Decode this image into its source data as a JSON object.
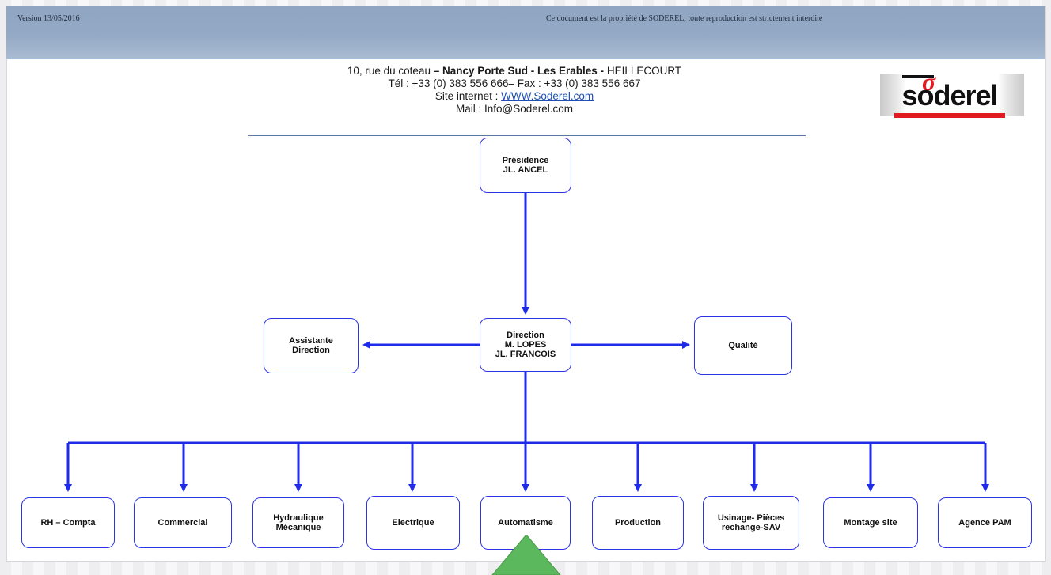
{
  "header": {
    "version": "Version 13/05/2016",
    "property_note": "Ce document est la propriété de SODEREL, toute reproduction est strictement interdite"
  },
  "address": {
    "line1_prefix": "10, rue du coteau",
    "line1_bold": "– Nancy Porte Sud - Les Erables -",
    "line1_suffix": "HEILLECOURT",
    "line2": "Tél : +33 (0) 383 556 666– Fax : +33 (0) 383 556 667",
    "line3_prefix": "Site internet :",
    "line3_link": "WWW.Soderel.com",
    "line4": "Mail : Info@Soderel.com"
  },
  "logo": {
    "text": "soderel",
    "mark": "σ",
    "brand_red": "#e01b22"
  },
  "colors": {
    "connector": "#1f2be8",
    "node_border": "#2b33e6",
    "pointer": "#5cb85c"
  },
  "org": {
    "top": {
      "line1": "Présidence",
      "line2": "JL. ANCEL"
    },
    "direction": {
      "line1": "Direction",
      "line2": "M. LOPES",
      "line3": "JL. FRANCOIS"
    },
    "assistant": {
      "line1": "Assistante",
      "line2": "Direction"
    },
    "quality": {
      "line1": "Qualité"
    },
    "departments": [
      {
        "line1": "RH – Compta",
        "line2": ""
      },
      {
        "line1": "Commercial",
        "line2": ""
      },
      {
        "line1": "Hydraulique",
        "line2": "Mécanique"
      },
      {
        "line1": "Electrique",
        "line2": ""
      },
      {
        "line1": "Automatisme",
        "line2": ""
      },
      {
        "line1": "Production",
        "line2": ""
      },
      {
        "line1": "Usinage- Pièces",
        "line2": "rechange-SAV"
      },
      {
        "line1": "Montage site",
        "line2": ""
      },
      {
        "line1": "Agence PAM",
        "line2": ""
      }
    ]
  }
}
